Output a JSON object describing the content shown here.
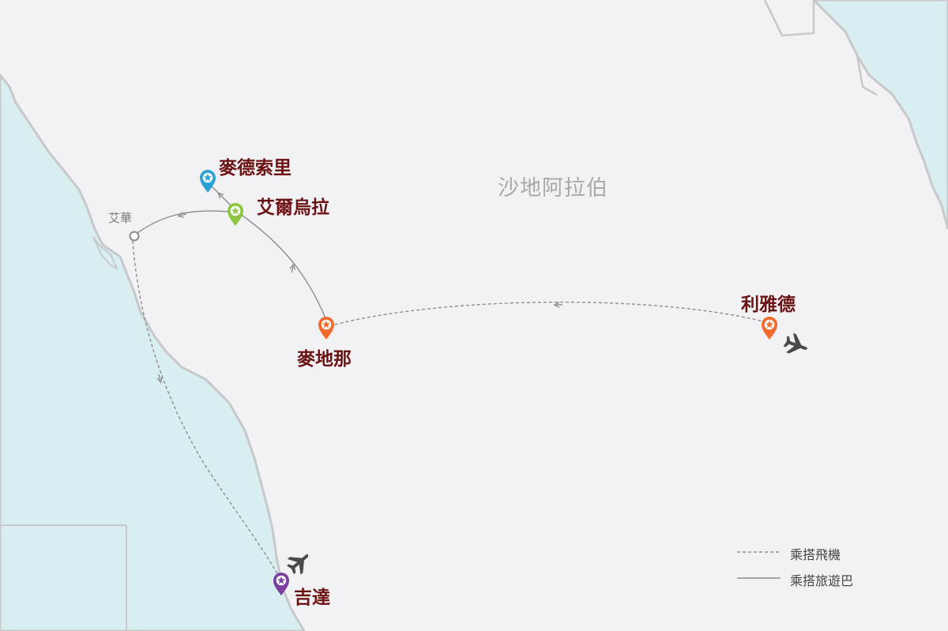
{
  "map": {
    "country_label": "沙地阿拉伯",
    "cities": {
      "madain_saleh": "麥德索里",
      "al_ula": "艾爾烏拉",
      "al_wajh": "艾華",
      "medina": "麥地那",
      "riyadh": "利雅德",
      "jeddah": "吉達"
    },
    "legend": {
      "flight": "乘搭飛機",
      "bus": "乘搭旅遊巴"
    },
    "colors": {
      "land": "#f2f1f3",
      "sea": "#d8eef0",
      "border": "#c8c8ca",
      "label": "#6b1212",
      "route": "#8d8d8f",
      "pin_blue": "#2aa2d4",
      "pin_green": "#8dc63f",
      "pin_orange": "#f26a2c",
      "pin_purple": "#7b3fa0"
    },
    "icons": [
      "airplane-icon",
      "map-pin-icon",
      "star-icon"
    ]
  }
}
